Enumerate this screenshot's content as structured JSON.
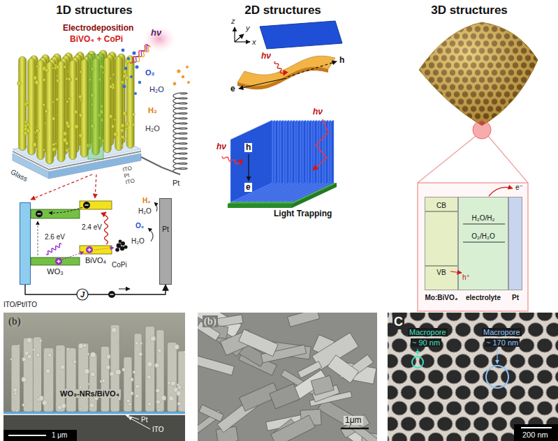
{
  "diagram": {
    "nodes": [
      {
        "text": [
          "ITO/Pt/ITO"
        ]
      },
      {
        "text": [
          "WO₃"
        ]
      },
      {
        "text": [
          "BiVO₄"
        ]
      },
      {
        "text": [
          "Pt"
        ]
      },
      {
        "text": [
          "CB",
          "VB",
          "Mo:BiVO₄"
        ]
      },
      {
        "text": [
          "H₂O/H₂",
          "O₂/H₂O",
          "electrolyte"
        ]
      },
      {
        "text": [
          "Pt"
        ]
      }
    ],
    "edges": [
      {
        "from": 0,
        "to": 3,
        "arrow": "to"
      }
    ],
    "labels": [
      "1D structures",
      "2D structures",
      "3D structures",
      "Electrodeposition",
      "BiVO₄ + CoPi",
      "hν",
      "O₂",
      "H₂O",
      "H₂",
      "H₂O",
      "Pt",
      "Glass",
      "ITO",
      "Pt",
      "ITO",
      "z",
      "y",
      "x",
      "hν",
      "e",
      "h",
      "hν",
      "h",
      "e",
      "hν",
      "Light Trapping",
      "2.6 eV",
      "2.4 eV",
      "H₂",
      "H₂O",
      "O₂",
      "H₂O",
      "CoPi",
      "J",
      "e⁻",
      "h⁺",
      "(b)",
      "WO₃-NRs/BiVO₄",
      "Pt",
      "ITO",
      "1 μm",
      "(b)",
      "1μm",
      "C",
      "Macropore",
      "~ 90 nm",
      "Macropore",
      "~ 170 nm",
      "200 nm"
    ]
  }
}
